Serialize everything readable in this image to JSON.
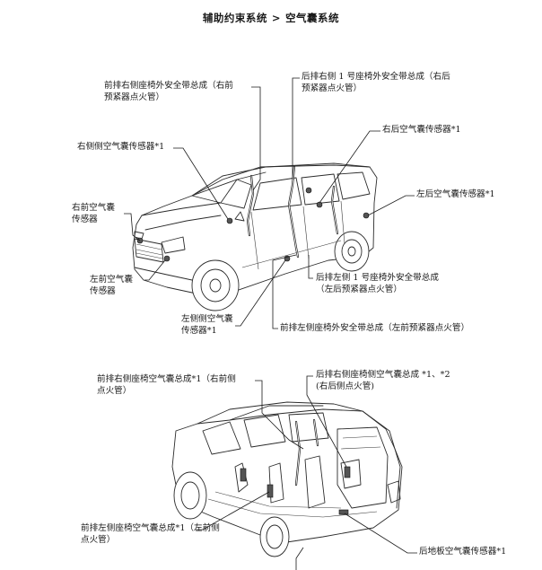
{
  "header": {
    "section": "辅助约束系统",
    "separator": ">",
    "subsection": "空气囊系统"
  },
  "top_labels": {
    "front_right_belt_line1": "前排右侧座椅外安全带总成（右前",
    "front_right_belt_line2": "预紧器点火管）",
    "rear_right_belt_line1": "后排右侧 1 号座椅外安全带总成（右后",
    "rear_right_belt_line2": "预紧器点火管）",
    "right_rear_airbag_sensor": "右后空气囊传感器*1",
    "right_side_airbag_sensor": "右侧侧空气囊传感器*1",
    "left_rear_airbag_sensor": "左后空气囊传感器*1",
    "right_front_sensor_line1": "右前空气囊",
    "right_front_sensor_line2": "传感器",
    "left_front_sensor_line1": "左前空气囊",
    "left_front_sensor_line2": "传感器",
    "rear_left_belt_line1": "后排左侧 1 号座椅外安全带总成",
    "rear_left_belt_line2": "（左后预紧器点火管）",
    "left_side_sensor_line1": "左侧侧空气囊",
    "left_side_sensor_line2": "传感器*1",
    "front_left_belt": "前排左侧座椅外安全带总成（左前预紧器点火管）"
  },
  "bottom_labels": {
    "front_right_seat_airbag_line1": "前排右侧座椅空气囊总成*1（右前侧",
    "front_right_seat_airbag_line2": "点火管）",
    "rear_right_seat_airbag_line1": "后排右侧座椅侧空气囊总成 *1、*2",
    "rear_right_seat_airbag_line2": "(右后侧点火管)",
    "front_left_seat_airbag_line1": "前排左侧座椅空气囊总成*1（左前侧",
    "front_left_seat_airbag_line2": "点火管）",
    "rear_floor_sensor": "后地板空气囊传感器*1"
  }
}
